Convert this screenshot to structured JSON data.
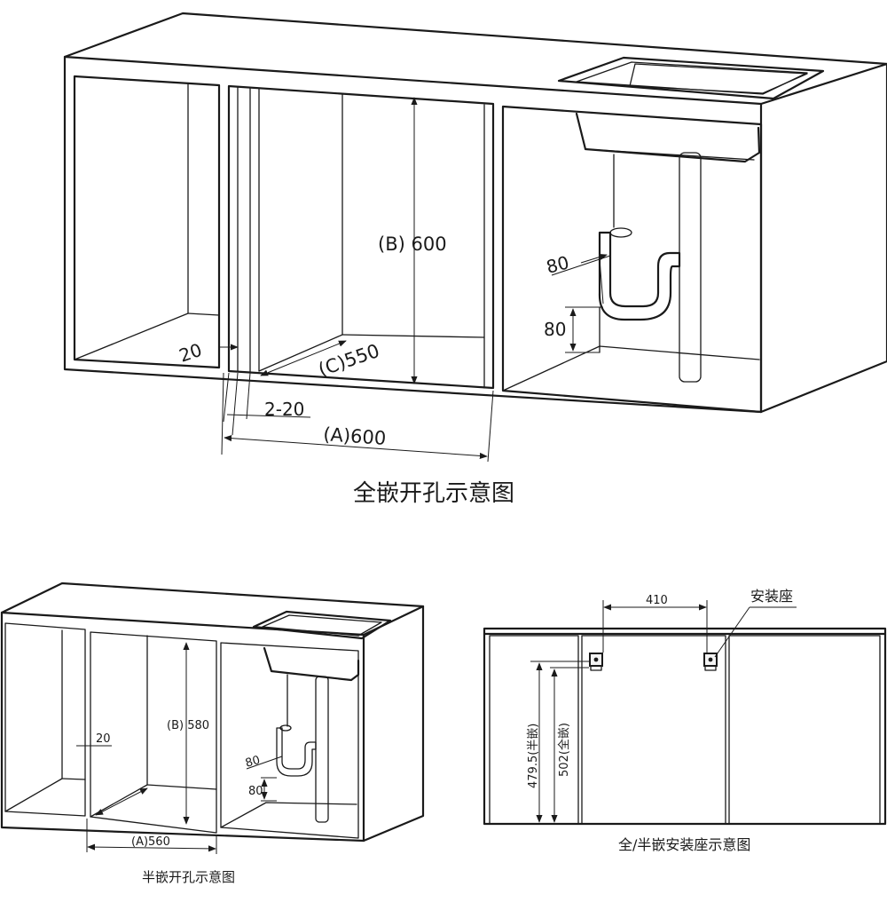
{
  "full": {
    "caption": "全嵌开孔示意图",
    "b_height": "(B) 600",
    "c_depth": "(C)550",
    "a_width": "(A)600",
    "gap_20": "20",
    "gap_2_20": "2-20",
    "pipe_80_top": "80",
    "pipe_80_side": "80"
  },
  "half": {
    "caption": "半嵌开孔示意图",
    "b_height": "(B) 580",
    "a_width": "(A)560",
    "gap_20": "20",
    "pipe_80_top": "80",
    "pipe_80_side": "80"
  },
  "mount": {
    "caption": "全/半嵌安装座示意图",
    "spacing": "410",
    "seat_label": "安装座",
    "h_half": "479.5(半嵌)",
    "h_full": "502(全嵌)"
  }
}
